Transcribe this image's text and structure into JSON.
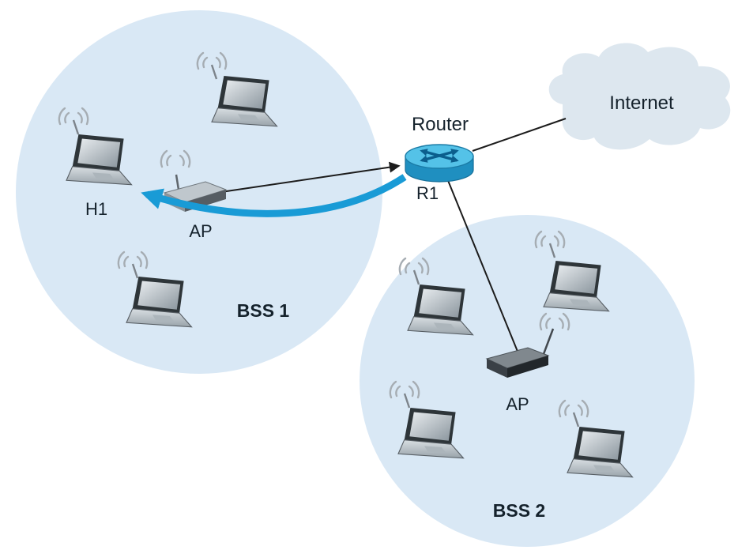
{
  "diagram": {
    "kind": "wireless-lan-topology",
    "labels": {
      "internet": "Internet",
      "router": "Router",
      "router_id": "R1",
      "host1": "H1",
      "ap_bss1": "AP",
      "ap_bss2": "AP",
      "bss1": "BSS 1",
      "bss2": "BSS 2"
    },
    "colors": {
      "bss_fill": "#d9e8f5",
      "cloud_fill": "#dde7ef",
      "router_top": "#54c2e8",
      "router_body": "#1f8fc0",
      "router_arrow": "#0b5e8d",
      "flow_arrow": "#199bd6",
      "link_line": "#1c1c1c",
      "label_text": "#15222c"
    },
    "structure": {
      "bss1_devices": [
        "laptop",
        "laptop-H1",
        "laptop",
        "access-point"
      ],
      "bss2_devices": [
        "laptop",
        "laptop",
        "laptop",
        "laptop",
        "access-point"
      ],
      "links": [
        {
          "from": "AP (BSS 1)",
          "to": "R1",
          "type": "wired-arrow"
        },
        {
          "from": "R1",
          "to": "Internet",
          "type": "wired"
        },
        {
          "from": "R1",
          "to": "AP (BSS 2)",
          "type": "wired"
        },
        {
          "from": "R1",
          "to": "H1",
          "type": "highlighted-frame-flow"
        }
      ]
    }
  }
}
